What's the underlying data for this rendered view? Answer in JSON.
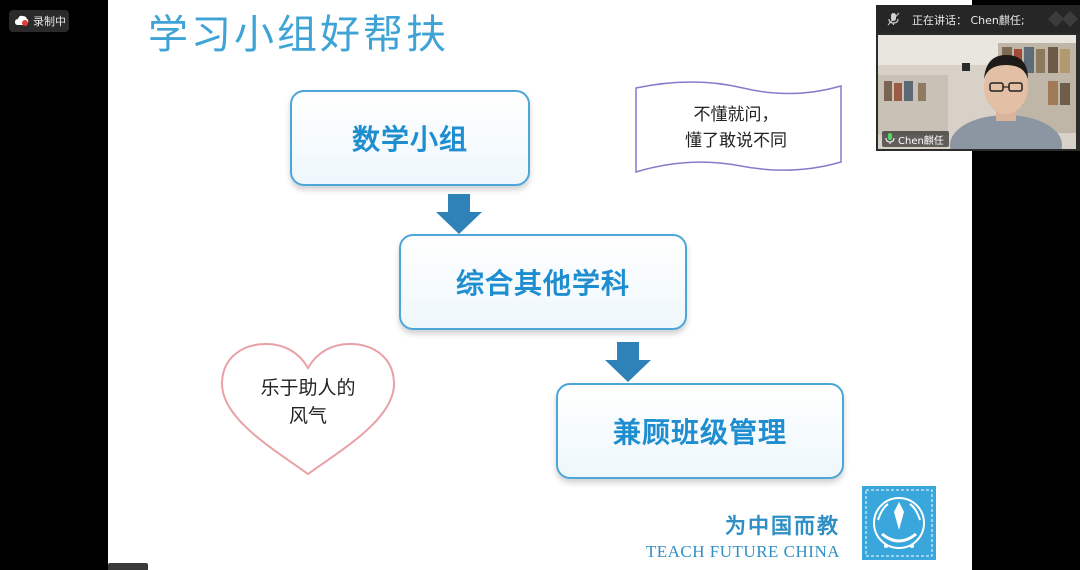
{
  "slide": {
    "title": "学习小组好帮扶",
    "boxes": {
      "math": "数学小组",
      "subjects": "综合其他学科",
      "class_management": "兼顾班级管理"
    },
    "note": {
      "line1": "不懂就问，",
      "line2": "懂了敢说不同"
    },
    "heart": {
      "line1": "乐于助人的",
      "line2": "风气"
    },
    "brand": {
      "cn": "为中国而教",
      "en": "TEACH FUTURE CHINA"
    }
  },
  "recording": {
    "label": "录制中"
  },
  "video": {
    "speaker_text": "正在讲话：  Chen麒任;",
    "participant_name": "Chen麒任"
  },
  "colors": {
    "accent": "#3fa3d6",
    "box_border": "#4da6d8",
    "arrow": "#2e82b8",
    "heart": "#e9a0a6"
  }
}
